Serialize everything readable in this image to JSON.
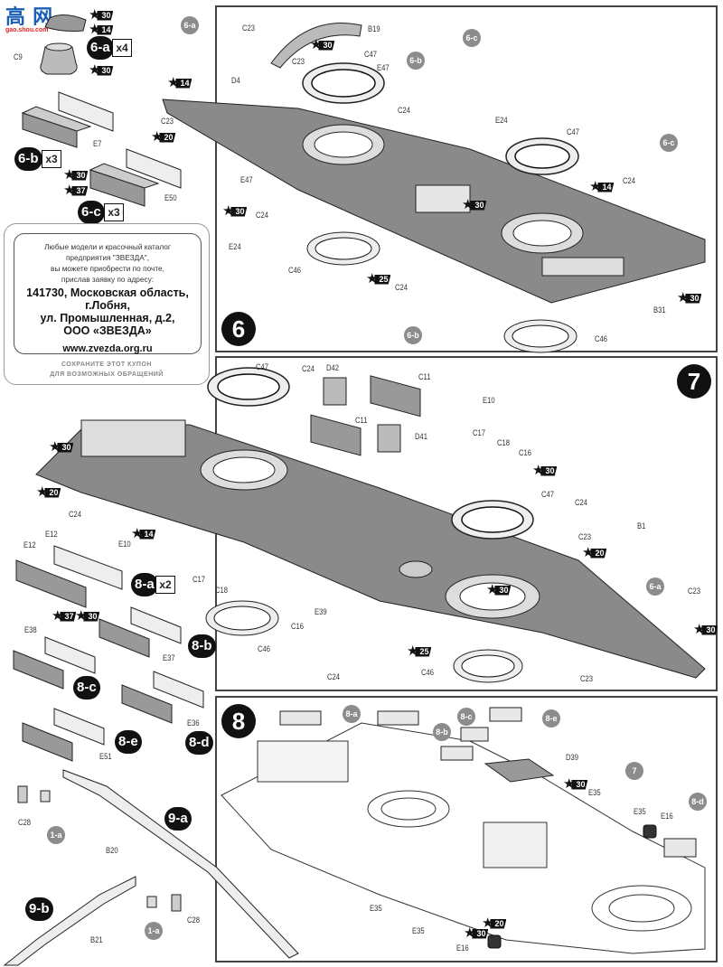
{
  "watermark": {
    "brand_chars": "高 网",
    "url": "gao.shou.com"
  },
  "coupon": {
    "lines": [
      "Любые модели и красочный каталог",
      "предприятия \"ЗВЕЗДА\",",
      "вы можете приобрести по почте,",
      "прислав заявку по адресу:"
    ],
    "address": [
      "141730, Московская область,",
      "г.Лобня,",
      "ул. Промышленная, д.2,",
      "ООО «ЗВЕЗДА»"
    ],
    "website": "www.zvezda.org.ru",
    "footer": [
      "СОХРАНИТЕ ЭТОТ КУПОН",
      "ДЛЯ ВОЗМОЖНЫХ ОБРАЩЕНИЙ"
    ]
  },
  "steps": [
    {
      "number": "6",
      "panel": "step-6"
    },
    {
      "number": "7",
      "panel": "step-7"
    },
    {
      "number": "8",
      "panel": "step-8"
    }
  ],
  "subassemblies": {
    "6a": {
      "label": "6-a",
      "qty": "x4",
      "parts": [
        "C9"
      ],
      "paints": [
        "30",
        "14",
        "30"
      ]
    },
    "6b": {
      "label": "6-b",
      "qty": "x3",
      "parts": [
        "E7"
      ]
    },
    "6c": {
      "label": "6-c",
      "qty": "x3",
      "parts": [
        "E50"
      ],
      "paints": [
        "30",
        "37"
      ]
    },
    "8a": {
      "label": "8-a",
      "qty": "x2",
      "parts": [
        "E12",
        "E12"
      ],
      "paints": [
        "37",
        "30"
      ]
    },
    "8b": {
      "label": "8-b",
      "parts": [
        "E37"
      ]
    },
    "8c": {
      "label": "8-c",
      "parts": [
        "E38"
      ]
    },
    "8d": {
      "label": "8-d",
      "parts": [
        "E36"
      ]
    },
    "8e": {
      "label": "8-e",
      "parts": [
        "E51"
      ]
    },
    "9a": {
      "label": "9-a",
      "parts": [
        "C28",
        "B20"
      ],
      "ref": "1-a"
    },
    "9b": {
      "label": "9-b",
      "parts": [
        "C28",
        "B21"
      ],
      "ref": "1-a"
    }
  },
  "step6": {
    "labels": {
      "b19": "B19",
      "c23a": "C23",
      "c23b": "C23",
      "c23c": "C23",
      "d4": "D4",
      "c47a": "C47",
      "c47b": "C47",
      "e47a": "E47",
      "e47b": "E47",
      "c24a": "C24",
      "c24b": "C24",
      "c24c": "C24",
      "c24d": "C24",
      "e24a": "E24",
      "e24b": "E24",
      "c46a": "C46",
      "c46b": "C46",
      "b31": "B31"
    },
    "refs": {
      "r6a": "6-a",
      "r6b1": "6-b",
      "r6c1": "6-c",
      "r6c2": "6-c",
      "r6b2": "6-b"
    },
    "paints": {
      "p30a": "30",
      "p14a": "14",
      "p20": "20",
      "p30b": "30",
      "p30c": "30",
      "p14b": "14",
      "p25": "25",
      "p30d": "30"
    }
  },
  "step7": {
    "labels": {
      "c47a": "C47",
      "c24a": "C24",
      "d42": "D42",
      "c11a": "C11",
      "c11b": "C11",
      "d41": "D41",
      "e10a": "E10",
      "c17a": "C17",
      "c18a": "C18",
      "c16a": "C16",
      "c47b": "C47",
      "c24b": "C24",
      "b1": "B1",
      "c23a": "C23",
      "c23b": "C23",
      "c23c": "C23",
      "c24c": "C24",
      "e10b": "E10",
      "c17b": "C17",
      "c18b": "C18",
      "c16b": "C16",
      "e39": "E39",
      "c24d": "C24",
      "c46a": "C46",
      "c46b": "C46"
    },
    "refs": {
      "r6a": "6-a"
    },
    "paints": {
      "p30a": "30",
      "p20": "20",
      "p14": "14",
      "p30b": "30",
      "p20b": "20",
      "p30c": "30",
      "p30d": "30",
      "p25": "25"
    }
  },
  "step8": {
    "labels": {
      "d39": "D39",
      "e35a": "E35",
      "e35b": "E35",
      "e35c": "E35",
      "e35d": "E35",
      "e16a": "E16",
      "e16b": "E16"
    },
    "refs": {
      "r8a": "8-a",
      "r8b": "8-b",
      "r8c": "8-c",
      "r8e": "8-e",
      "r7": "7",
      "r8d": "8-d"
    },
    "paints": {
      "p30a": "30",
      "p30b": "30",
      "p20": "20"
    }
  },
  "colors": {
    "deck": "#8a8a8a",
    "ink": "#111111",
    "ref_badge": "#8c8c8c",
    "panel_border": "#444444"
  }
}
